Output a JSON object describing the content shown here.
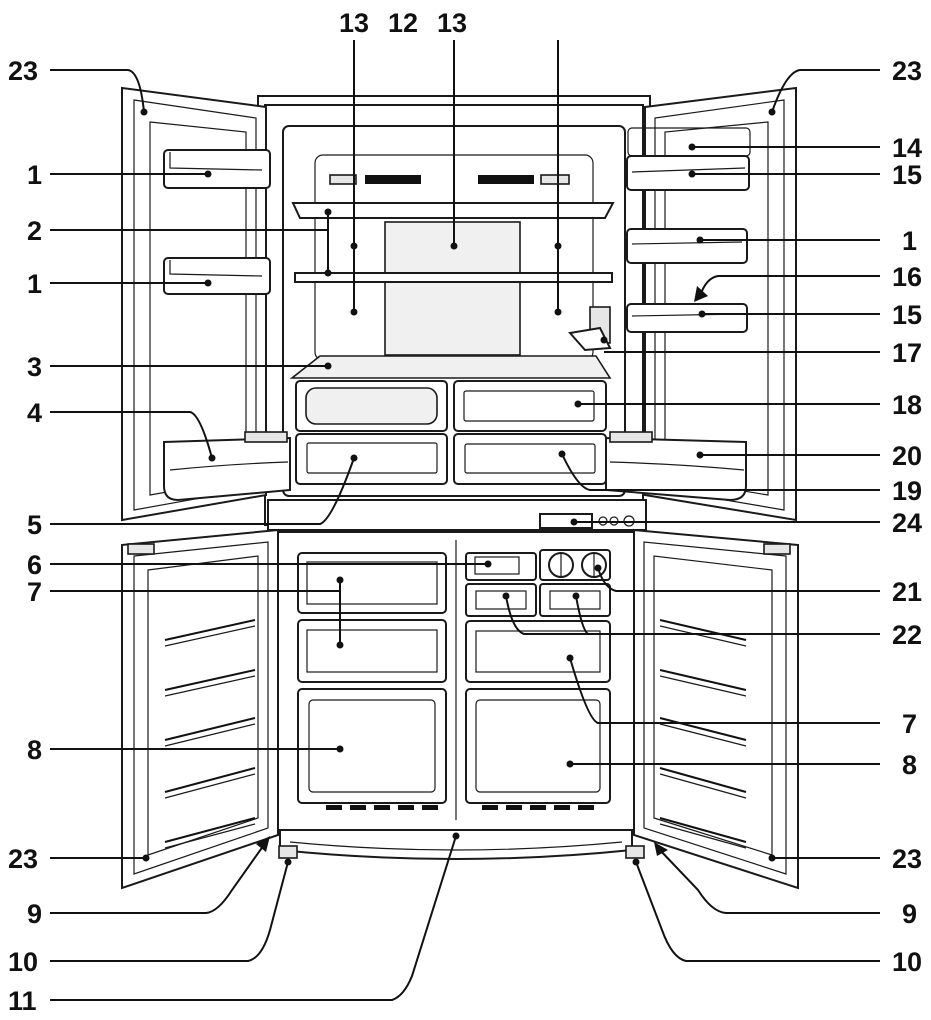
{
  "callouts": [
    {
      "id": "c-13a",
      "text": "13"
    },
    {
      "id": "c-12",
      "text": "12"
    },
    {
      "id": "c-13b",
      "text": "13"
    },
    {
      "id": "c-23-tl",
      "text": "23"
    },
    {
      "id": "c-23-tr",
      "text": "23"
    },
    {
      "id": "c-1-l1",
      "text": "1"
    },
    {
      "id": "c-14",
      "text": "14"
    },
    {
      "id": "c-15-top",
      "text": "15"
    },
    {
      "id": "c-2",
      "text": "2"
    },
    {
      "id": "c-1-r",
      "text": "1"
    },
    {
      "id": "c-1-l2",
      "text": "1"
    },
    {
      "id": "c-16",
      "text": "16"
    },
    {
      "id": "c-15-bot",
      "text": "15"
    },
    {
      "id": "c-17",
      "text": "17"
    },
    {
      "id": "c-3",
      "text": "3"
    },
    {
      "id": "c-18",
      "text": "18"
    },
    {
      "id": "c-4",
      "text": "4"
    },
    {
      "id": "c-20",
      "text": "20"
    },
    {
      "id": "c-19",
      "text": "19"
    },
    {
      "id": "c-5",
      "text": "5"
    },
    {
      "id": "c-24",
      "text": "24"
    },
    {
      "id": "c-6",
      "text": "6"
    },
    {
      "id": "c-7-l",
      "text": "7"
    },
    {
      "id": "c-21",
      "text": "21"
    },
    {
      "id": "c-22",
      "text": "22"
    },
    {
      "id": "c-7-r",
      "text": "7"
    },
    {
      "id": "c-8-l",
      "text": "8"
    },
    {
      "id": "c-8-r",
      "text": "8"
    },
    {
      "id": "c-23-bl",
      "text": "23"
    },
    {
      "id": "c-23-br",
      "text": "23"
    },
    {
      "id": "c-9-l",
      "text": "9"
    },
    {
      "id": "c-9-r",
      "text": "9"
    },
    {
      "id": "c-10-l",
      "text": "10"
    },
    {
      "id": "c-10-r",
      "text": "10"
    },
    {
      "id": "c-11",
      "text": "11"
    }
  ],
  "colors": {
    "line": "#1a1a1a",
    "text": "#111111",
    "shade": "#e6e6e6",
    "background": "#ffffff"
  }
}
